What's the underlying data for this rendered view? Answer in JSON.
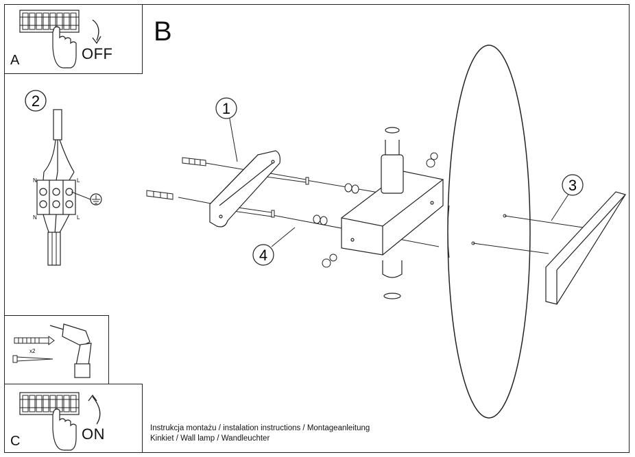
{
  "panel_a": {
    "letter": "A",
    "label": "OFF"
  },
  "panel_b": {
    "letter": "B"
  },
  "panel_c": {
    "letter": "C",
    "label": "ON"
  },
  "wiring": {
    "step": "2",
    "terminal_top_left": "N",
    "terminal_top_right": "L",
    "terminal_bottom_left": "N",
    "terminal_bottom_right": "L"
  },
  "tools": {
    "quantity": "x2"
  },
  "callouts": [
    "1",
    "3",
    "4"
  ],
  "caption": {
    "line1": "Instrukcja montażu / instalation instructions / Montageanleitung",
    "line2": "Kinkiet / Wall lamp / Wandleuchter"
  }
}
